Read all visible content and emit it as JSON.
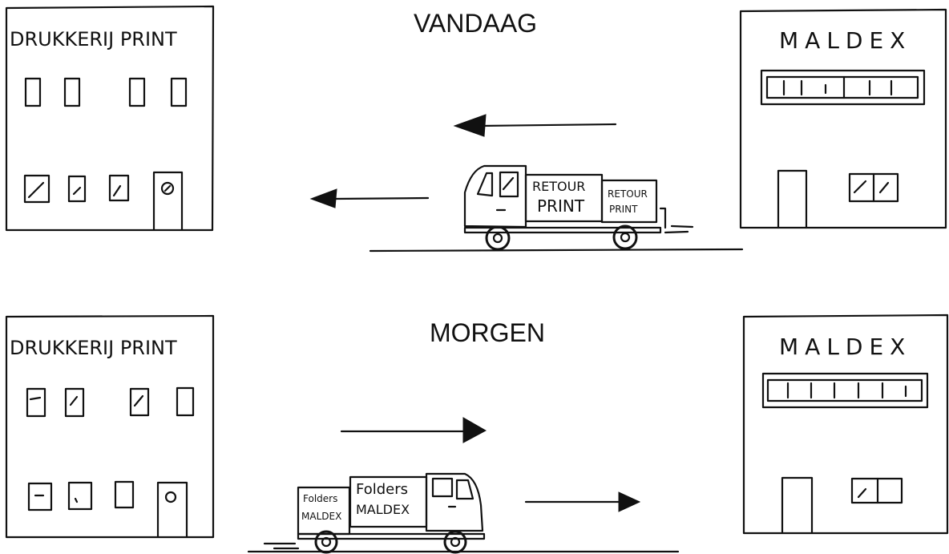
{
  "panels": {
    "today": {
      "title": "VANDAAG",
      "printer_sign": "DRUKKERIJ PRINT",
      "client_sign": "MALDEX",
      "truck_label_front_1": "RETOUR",
      "truck_label_front_2": "PRINT",
      "truck_label_back_1": "RETOUR",
      "truck_label_back_2": "PRINT"
    },
    "tomorrow": {
      "title": "MORGEN",
      "printer_sign": "DRUKKERIJ PRINT",
      "client_sign": "MALDEX",
      "truck_label_front_1": "Folders",
      "truck_label_front_2": "MALDEX",
      "truck_label_back_1": "Folders",
      "truck_label_back_2": "MALDEX"
    }
  }
}
